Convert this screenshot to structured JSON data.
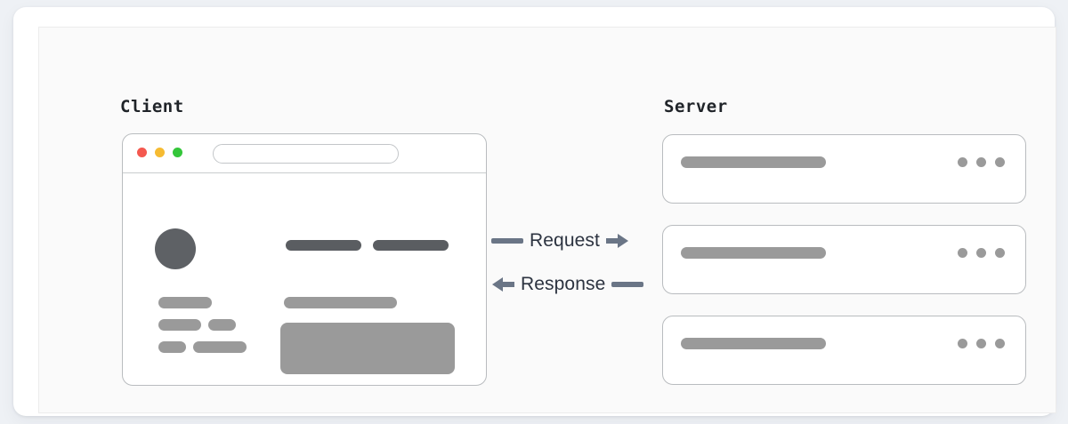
{
  "diagram": {
    "title_client": "Client",
    "title_server": "Server",
    "arrows": [
      {
        "label": "Request",
        "direction": "right"
      },
      {
        "label": "Response",
        "direction": "left"
      }
    ],
    "client_window": {
      "traffic_lights": [
        {
          "name": "close",
          "color": "#f4584f"
        },
        {
          "name": "minimize",
          "color": "#f6bb32"
        },
        {
          "name": "maximize",
          "color": "#34c63a"
        }
      ],
      "address_bar_value": "",
      "placeholders": {
        "avatar": "circle",
        "header_bars": 2,
        "left_column_bars": 5,
        "right_column_bars": 1,
        "content_block": 1
      }
    },
    "servers": [
      {
        "name": "server-node-1",
        "dots": 3
      },
      {
        "name": "server-node-2",
        "dots": 3
      },
      {
        "name": "server-node-3",
        "dots": 3
      }
    ],
    "colors": {
      "page_background": "#eef1f5",
      "card_background": "#ffffff",
      "panel_background": "#fafafa",
      "panel_border": "#ececec",
      "outline": "#b9bcbf",
      "placeholder_dark": "#5a5d61",
      "placeholder_mid": "#9a9a9a",
      "arrow": "#6a7586",
      "label_text": "#2c3340",
      "caption_text": "#1f2328"
    }
  }
}
